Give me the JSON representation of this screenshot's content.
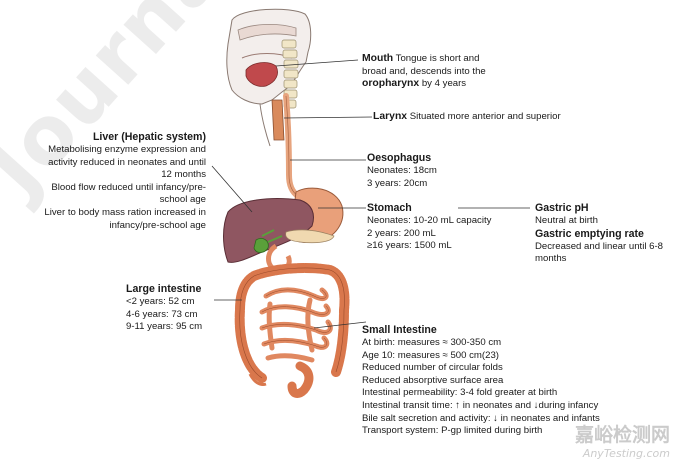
{
  "watermark": {
    "journal": "Journal pre",
    "site_cn": "嘉峪检测网",
    "site_en": "AnyTesting.com"
  },
  "labels": {
    "mouth": {
      "title": "Mouth",
      "text1": "Tongue is short and",
      "text2": "broad and, descends into the",
      "text3_bold": "oropharynx",
      "text3": "by 4 years"
    },
    "larynx": {
      "title": "Larynx",
      "text": "Situated more anterior and superior"
    },
    "liver": {
      "title": "Liver (Hepatic system)",
      "lines": [
        "Metabolising enzyme expression and",
        "activity reduced in neonates and until",
        "12 months",
        "Blood flow reduced until infancy/pre-",
        "school age",
        "Liver to body mass ration increased in",
        "infancy/pre-school age"
      ]
    },
    "oesophagus": {
      "title": "Oesophagus",
      "lines": [
        "Neonates: 18cm",
        "3 years: 20cm"
      ]
    },
    "stomach": {
      "title": "Stomach",
      "lines": [
        "Neonates: 10-20 mL capacity",
        "2 years: 200 mL",
        "≥16 years: 1500 mL"
      ]
    },
    "gastric_ph": {
      "title": "Gastric pH",
      "text": "Neutral at birth"
    },
    "gastric_emptying": {
      "title": "Gastric emptying rate",
      "lines": [
        "Decreased and linear until 6-8",
        "months"
      ]
    },
    "large_intestine": {
      "title": "Large intestine",
      "lines": [
        "<2 years: 52 cm",
        "4-6 years: 73 cm",
        "9-11 years: 95 cm"
      ]
    },
    "small_intestine": {
      "title": "Small Intestine",
      "lines": [
        "At birth: measures ≈ 300-350 cm",
        "Age 10: measures ≈ 500 cm(23)",
        "Reduced number of circular folds",
        "Reduced absorptive surface area",
        "Intestinal permeability: 3-4 fold greater at birth",
        "Intestinal transit time: ↑ in neonates and ↓during infancy",
        "Bile salt secretion and activity: ↓ in neonates and infants",
        "Transport system: P-gp limited during birth"
      ]
    }
  },
  "colors": {
    "oesophagus": "#e7a47e",
    "stomach": "#e9a07a",
    "liver": "#8f5661",
    "gallbladder": "#5aa03a",
    "intestine": "#d9774c",
    "small_intestine": "#e08860",
    "pointer_lines": "#333333"
  }
}
